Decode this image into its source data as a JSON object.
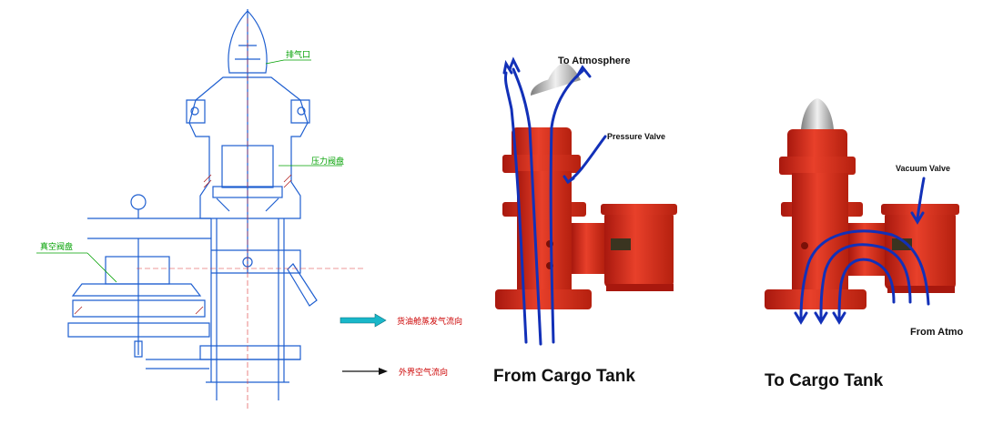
{
  "cad_drawing": {
    "label_exhaust_port": "排气口",
    "label_pressure_disc": "压力阀盘",
    "label_vacuum_disc": "真空阀盘",
    "legend_cargo_vapor": "货油舱蒸发气流向",
    "legend_outside_air": "外界空气流向"
  },
  "pressure_photo": {
    "label_top": "To Atmosphere",
    "label_valve": "Pressure Valve",
    "caption": "From Cargo Tank"
  },
  "vacuum_photo": {
    "label_valve": "Vacuum Valve",
    "label_source": "From Atmo",
    "caption": "To Cargo Tank"
  },
  "colors": {
    "cad_line": "#1f5fd0",
    "valve_red": "#e0301e",
    "valve_red_dark": "#a8180e",
    "arrow_blue": "#1230b8",
    "legend_cyan": "#19b7c9"
  }
}
